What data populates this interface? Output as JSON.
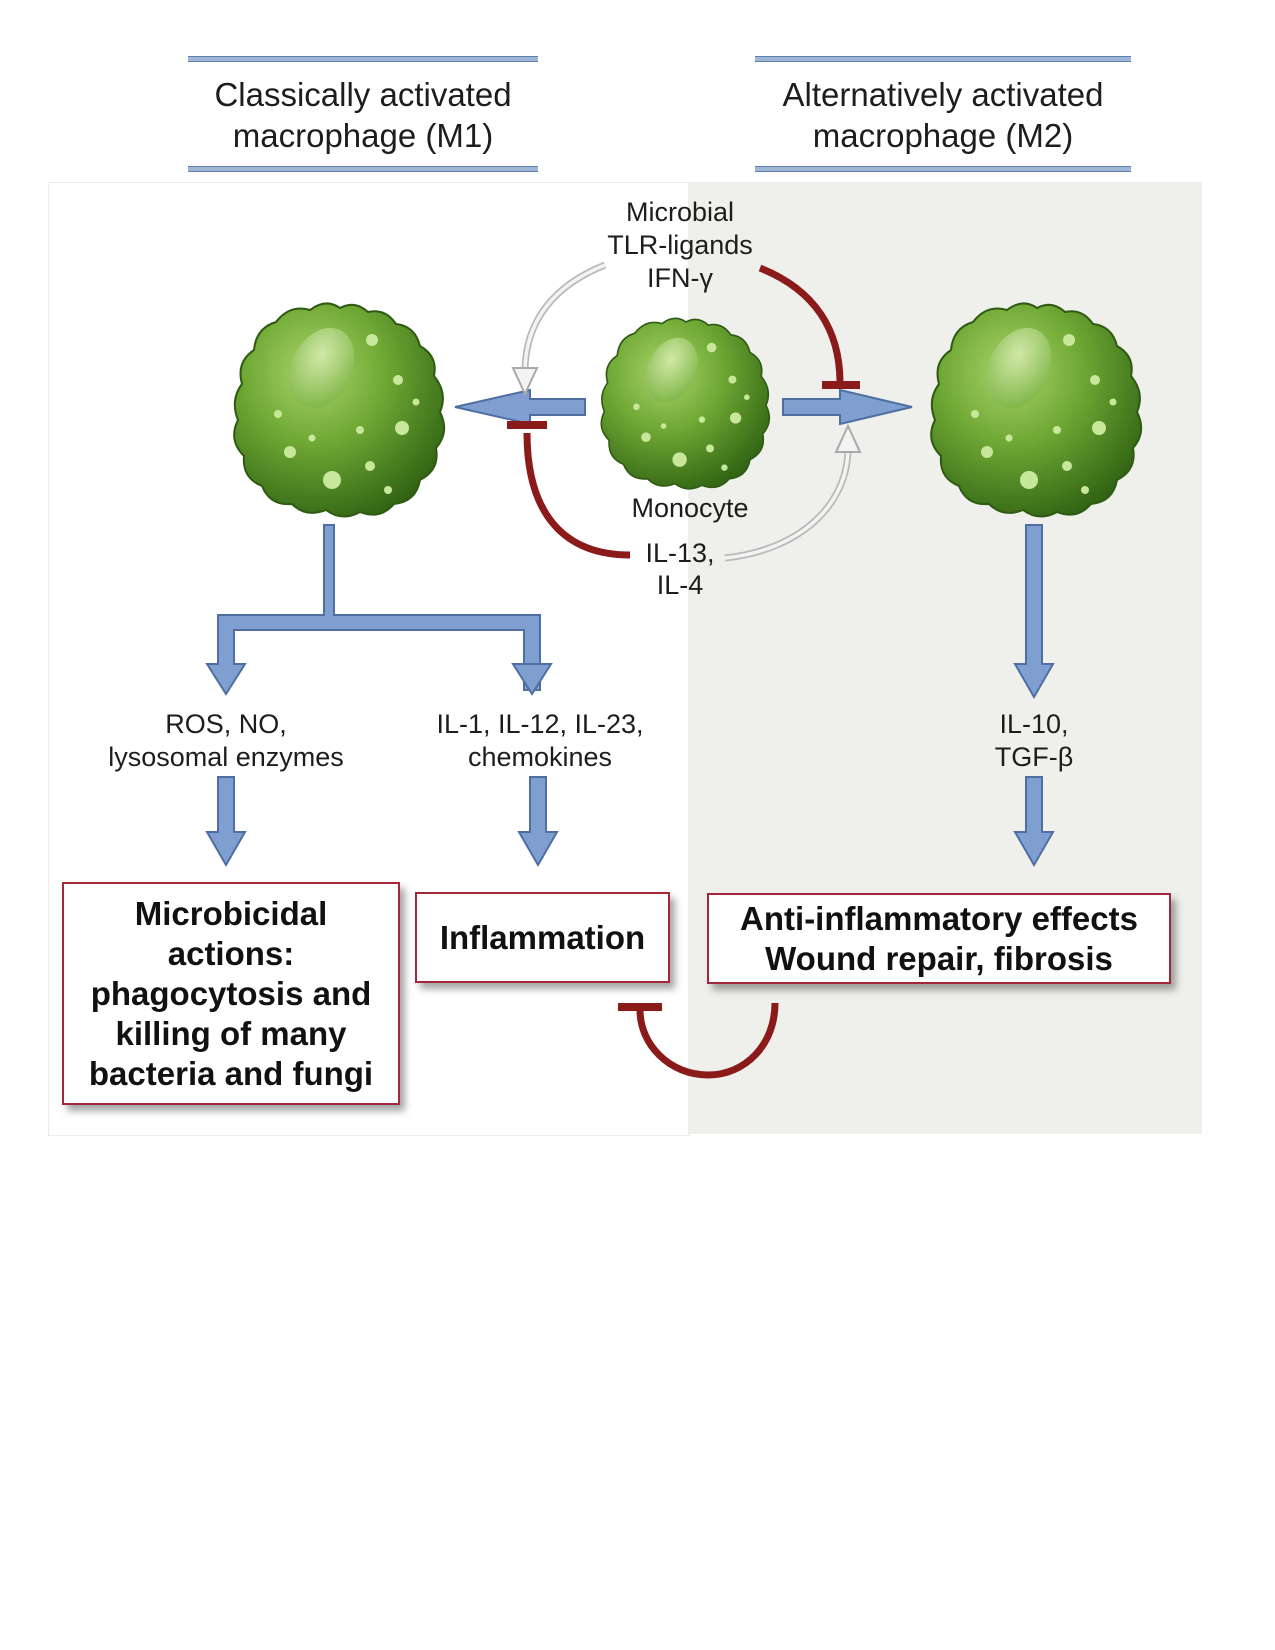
{
  "headers": {
    "m1": {
      "line1": "Classically activated",
      "line2": "macrophage (M1)"
    },
    "m2": {
      "line1": "Alternatively activated",
      "line2": "macrophage (M2)"
    }
  },
  "signals": {
    "m1_inducers": {
      "line1": "Microbial",
      "line2": "TLR-ligands",
      "line3": "IFN-γ"
    },
    "m2_inducers": {
      "line1": "IL-13,",
      "line2": "IL-4"
    }
  },
  "cells": {
    "center_label": "Monocyte"
  },
  "products": {
    "m1_left": {
      "line1": "ROS, NO,",
      "line2": "lysosomal enzymes"
    },
    "m1_right": {
      "line1": "IL-1, IL-12, IL-23,",
      "line2": "chemokines"
    },
    "m2": {
      "line1": "IL-10,",
      "line2": "TGF-β"
    }
  },
  "outcomes": {
    "microbicidal": {
      "line1": "Microbicidal",
      "line2": "actions:",
      "line3": "phagocytosis and",
      "line4": "killing of many",
      "line5": "bacteria and fungi"
    },
    "inflammation": "Inflammation",
    "anti_inflammatory": {
      "line1": "Anti-inflammatory effects",
      "line2": "Wound repair, fibrosis"
    }
  },
  "colors": {
    "activation_arrow": "#7f9fd0",
    "inhibition": "#8b1a1a",
    "stimulation_arrow": "#dcdcdc",
    "box_border": "#a3273a",
    "cell_green": "#5f9b2a"
  }
}
